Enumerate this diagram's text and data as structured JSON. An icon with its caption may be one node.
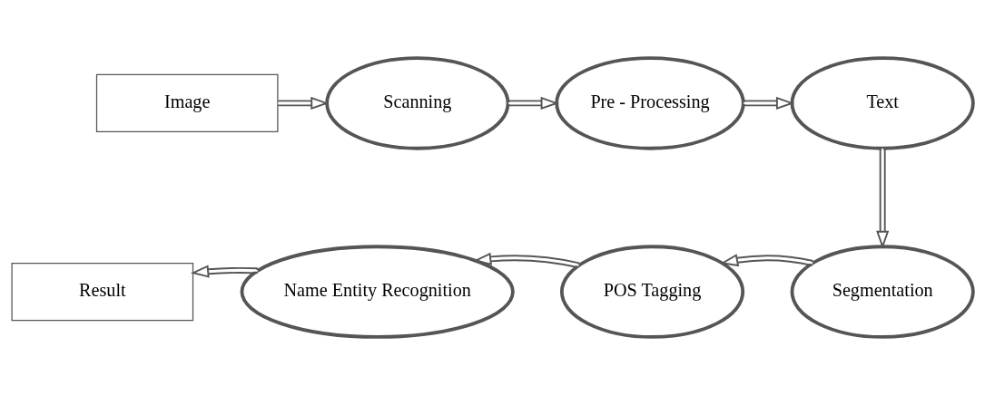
{
  "diagram": {
    "nodes": [
      {
        "text": [
          "Image"
        ]
      },
      {
        "text": [
          "Scanning"
        ]
      },
      {
        "text": [
          "Pre - Processing"
        ]
      },
      {
        "text": [
          "Text"
        ]
      },
      {
        "text": [
          "Segmentation"
        ]
      },
      {
        "text": [
          "POS Tagging"
        ]
      },
      {
        "text": [
          "Name Entity Recognition"
        ]
      },
      {
        "text": [
          "Result"
        ]
      }
    ],
    "edges": [
      {
        "from": 0,
        "to": 1,
        "arrow": "to"
      },
      {
        "from": 1,
        "to": 2,
        "arrow": "to"
      },
      {
        "from": 2,
        "to": 3,
        "arrow": "to"
      },
      {
        "from": 3,
        "to": 4,
        "arrow": "to"
      },
      {
        "from": 4,
        "to": 5,
        "arrow": "to"
      },
      {
        "from": 5,
        "to": 6,
        "arrow": "to"
      },
      {
        "from": 6,
        "to": 7,
        "arrow": "to"
      }
    ]
  }
}
